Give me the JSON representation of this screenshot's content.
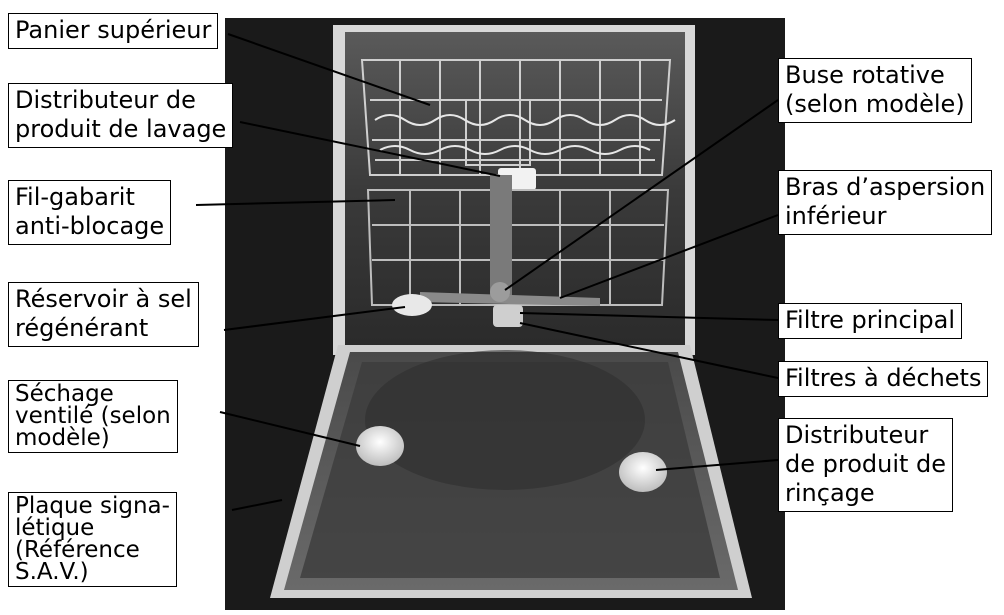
{
  "labels": {
    "panier_superieur": [
      "Panier supérieur"
    ],
    "distributeur_lavage": [
      "Distributeur de",
      "produit de lavage"
    ],
    "fil_gabarit": [
      "Fil-gabarit",
      "anti-blocage"
    ],
    "reservoir_sel": [
      "Réservoir à sel",
      "régénérant"
    ],
    "sechage": [
      "Séchage",
      "ventilé (selon",
      "modèle)"
    ],
    "plaque": [
      "Plaque signa-",
      "létique",
      "(Référence",
      "S.A.V.)"
    ],
    "buse": [
      "Buse rotative",
      "(selon modèle)"
    ],
    "bras": [
      "Bras d’aspersion",
      "inférieur"
    ],
    "filtre_principal": [
      "Filtre principal"
    ],
    "filtres_dechets": [
      "Filtres à déchets"
    ],
    "distributeur_rincage": [
      "Distributeur",
      "de produit de",
      "rinçage"
    ]
  }
}
